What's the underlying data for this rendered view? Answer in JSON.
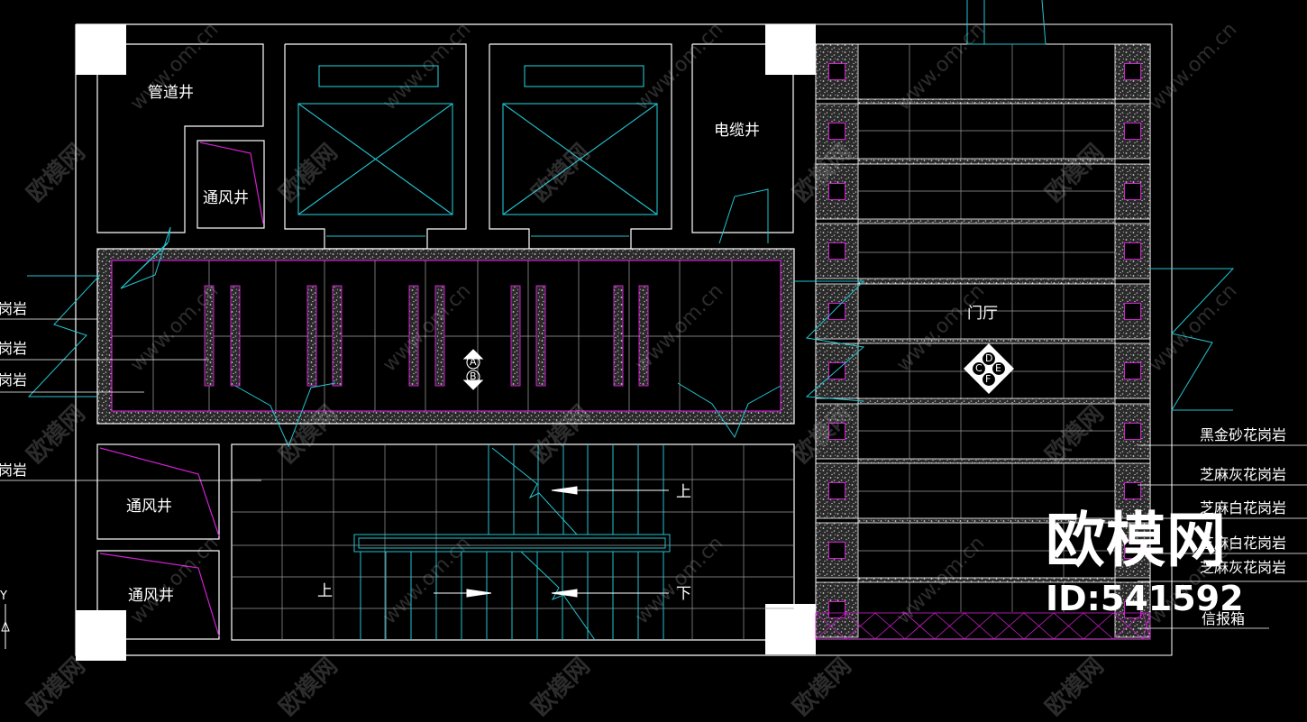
{
  "colors": {
    "background": "#000000",
    "wall": "#ffffff",
    "grid": "#ffffff",
    "cyan": "#22c5d0",
    "magenta": "#d21fd2",
    "stone_fill": "#6a6a6a"
  },
  "rooms": {
    "pipe_shaft": "管道井",
    "vent_shaft_top": "通风井",
    "vent_shaft_left1": "通风井",
    "vent_shaft_left2": "通风井",
    "cable_shaft": "电缆井",
    "lobby": "门厅"
  },
  "stairs": {
    "up_right": "上",
    "down_right": "下",
    "up_left": "上"
  },
  "materials_right": [
    "黑金砂花岗岩",
    "芝麻灰花岗岩",
    "芝麻白花岗岩",
    "芝麻白花岗岩",
    "芝麻灰花岗岩"
  ],
  "mailbox": "信报箱",
  "materials_left_partial": [
    "岗岩",
    "岗岩",
    "岗岩",
    "岗岩"
  ],
  "section_marks": {
    "mark1": [
      "A",
      "B"
    ],
    "mark2": [
      "D",
      "C",
      "E",
      "F"
    ]
  },
  "axis": "Y",
  "watermark": {
    "url": "www.om.cn",
    "cn": "欧模网",
    "brand": "欧模网",
    "id": "ID:541592"
  }
}
